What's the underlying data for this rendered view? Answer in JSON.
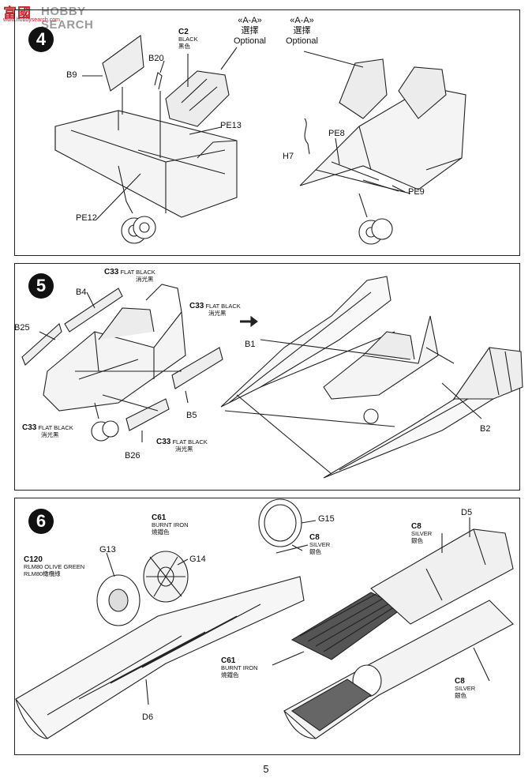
{
  "watermark": {
    "brand": "富國",
    "search": "HOBBY SEARCH",
    "url": "www.hobbysearch.com"
  },
  "page_number": "5",
  "step4": {
    "number": "4",
    "parts": [
      "B9",
      "B20",
      "PE13",
      "PE12",
      "H7",
      "PE8",
      "PE9"
    ],
    "color_black": {
      "code": "C2",
      "name": "BLACK",
      "name_cn": "黑色"
    },
    "option_left": {
      "tag": "«A-A»",
      "cn": "選擇",
      "en": "Optional"
    },
    "option_right": {
      "tag": "«A-A»",
      "cn": "選擇",
      "en": "Optional"
    }
  },
  "step5": {
    "number": "5",
    "parts": [
      "B4",
      "B25",
      "B1",
      "B5",
      "B26",
      "B2"
    ],
    "flat_black": {
      "code": "C33",
      "name": "FLAT BLACK",
      "name_cn": "消光黑"
    }
  },
  "step6": {
    "number": "6",
    "parts": [
      "G15",
      "G13",
      "G14",
      "D5",
      "D6"
    ],
    "olive": {
      "code": "C120",
      "name": "RLM80 OLIVE GREEN",
      "name_cn": "RLM80橄欖綠"
    },
    "burnt_iron": {
      "code": "C61",
      "name": "BURNT IRON",
      "name_cn": "燒鐵色"
    },
    "silver": {
      "code": "C8",
      "name": "SILVER",
      "name_cn": "銀色"
    }
  },
  "colors": {
    "ink": "#111111",
    "paper": "#ffffff",
    "watermark_red": "#c8212b"
  }
}
